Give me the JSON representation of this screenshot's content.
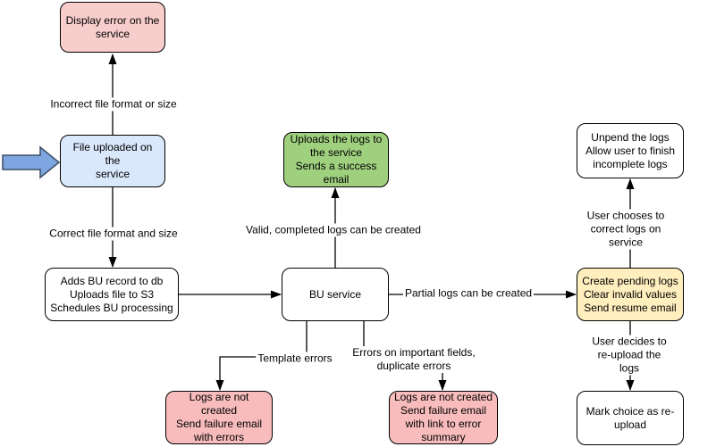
{
  "diagram": {
    "type": "flowchart",
    "background_color": "#ffffff",
    "colors": {
      "error_node": "#f8cecc",
      "failure_node": "#f8bcbc",
      "input_node": "#dae8fc",
      "success_node": "#9fd07e",
      "pending_node": "#ffeebe",
      "neutral_node": "#ffffff",
      "node_border": "#000000",
      "connector": "#000000",
      "entry_arrow_fill": "#7ea6e0",
      "entry_arrow_border": "#3d4e66"
    },
    "nodes": {
      "display_error": {
        "text": "Display error on the\nservice"
      },
      "file_uploaded": {
        "text": "File uploaded on the\nservice"
      },
      "adds_bu": {
        "text": "Adds BU record to db\nUploads file to S3\nSchedules BU processing"
      },
      "upload_success": {
        "text": "Uploads the logs to\nthe service\nSends a success\nemail"
      },
      "bu_service": {
        "text": "BU service"
      },
      "unpend": {
        "text": "Unpend the logs\nAllow user to finish\nincomplete logs"
      },
      "create_pending": {
        "text": "Create pending logs\nClear invalid values\nSend resume email"
      },
      "mark_reupload": {
        "text": "Mark choice as re-\nupload"
      },
      "fail_template": {
        "text": "Logs are not created\nSend failure email\nwith errors"
      },
      "fail_fields": {
        "text": "Logs are not created\nSend failure email\nwith link to error\nsummary"
      }
    },
    "edge_labels": {
      "incorrect_format": "Incorrect file format or size",
      "correct_format": "Correct file format and size",
      "valid_logs": "Valid, completed logs can be created",
      "partial_logs": "Partial logs can be created",
      "correct_on_service": "User chooses to correct logs on service",
      "reupload_choice": "User decides to re-upload the logs",
      "template_errors": "Template errors",
      "field_errors": "Errors on important fields,\nduplicate errors"
    },
    "icons": {
      "entry_arrow": "thick right-pointing arrow marking flow entry"
    }
  }
}
